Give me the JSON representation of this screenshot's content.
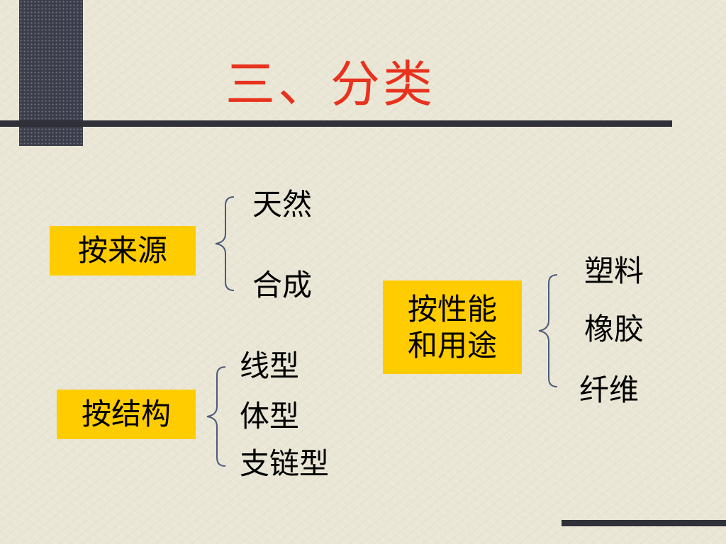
{
  "slide": {
    "title": "三、分类"
  },
  "groups": {
    "source": {
      "label": "按来源",
      "items": [
        "天然",
        "合成"
      ]
    },
    "structure": {
      "label": "按结构",
      "items": [
        "线型",
        "体型",
        "支链型"
      ]
    },
    "performance": {
      "label_line1": "按性能",
      "label_line2": "和用途",
      "items": [
        "塑料",
        "橡胶",
        "纤维"
      ]
    }
  },
  "colors": {
    "title": "#e8321e",
    "box": "#ffcc00",
    "brace": "#4d5a7a",
    "rule": "#2f3038"
  }
}
